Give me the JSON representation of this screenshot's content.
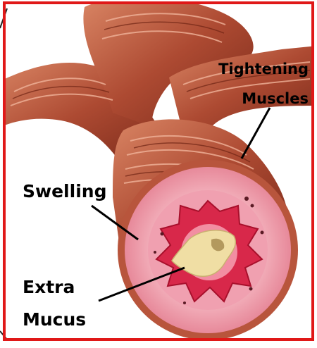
{
  "labels": {
    "tightening_line1": "Tightening",
    "tightening_line2": "Muscles",
    "swelling": "Swelling",
    "extra_line1": "Extra",
    "extra_line2": "Mucus"
  },
  "colors": {
    "frame": "#e01818",
    "muscle": "#a8442e",
    "muscle_dark": "#7d2c1c",
    "muscle_light": "#d7795b",
    "inflamed_wall": "#f2a8b4",
    "inner_ring": "#e24a64",
    "lumen_folds": "#c8203a",
    "mucus": "#eedba0",
    "pointer": "#000000"
  }
}
